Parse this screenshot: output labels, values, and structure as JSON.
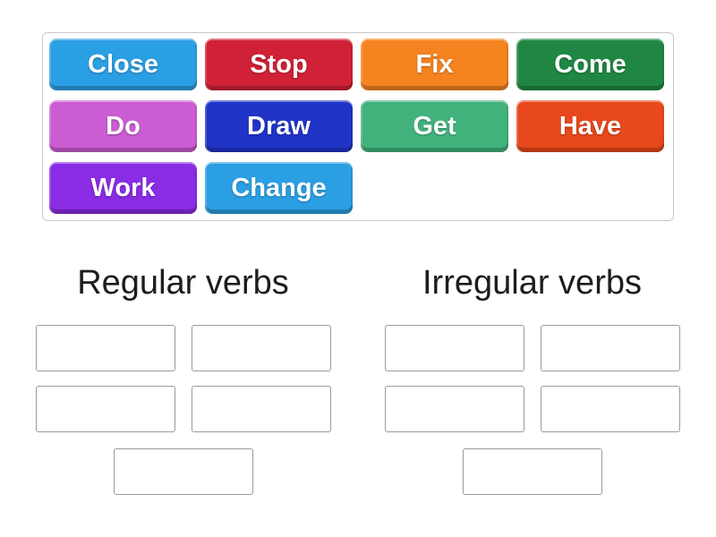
{
  "activity": {
    "kind": "group-sort",
    "background_color": "#ffffff"
  },
  "tray": {
    "tiles": [
      {
        "label": "Close",
        "color": "#2b9fe3"
      },
      {
        "label": "Stop",
        "color": "#d02137"
      },
      {
        "label": "Fix",
        "color": "#f5831f"
      },
      {
        "label": "Come",
        "color": "#1f8743"
      },
      {
        "label": "Do",
        "color": "#cb5cd3"
      },
      {
        "label": "Draw",
        "color": "#2134c8"
      },
      {
        "label": "Get",
        "color": "#42b27d"
      },
      {
        "label": "Have",
        "color": "#e8481b"
      },
      {
        "label": "Work",
        "color": "#8a2ce4"
      },
      {
        "label": "Change",
        "color": "#2b9fe3"
      }
    ]
  },
  "groups": [
    {
      "title": "Regular verbs",
      "empty_slots": 5
    },
    {
      "title": "Irregular verbs",
      "empty_slots": 5
    }
  ]
}
